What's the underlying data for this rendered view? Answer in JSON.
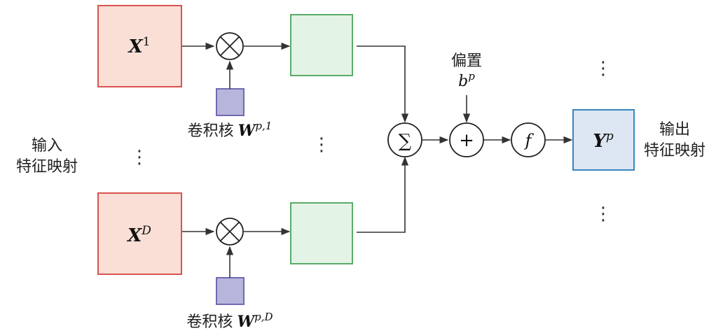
{
  "inputs": {
    "label_line1": "输入",
    "label_line2": "特征映射",
    "first": {
      "symbol": "X",
      "sup": "1"
    },
    "last": {
      "symbol": "X",
      "sup": "D"
    }
  },
  "kernels": {
    "prefix": "卷积核",
    "first": {
      "symbol": "W",
      "sup": "p,1"
    },
    "last": {
      "symbol": "W",
      "sup": "p,D"
    }
  },
  "operators": {
    "multiply": "⊗",
    "sum": "∑",
    "plus": "+",
    "activation": "f"
  },
  "bias": {
    "label": "偏置",
    "symbol": "b",
    "sup": "p"
  },
  "output": {
    "symbol": "Y",
    "sup": "p",
    "label_line1": "输出",
    "label_line2": "特征映射"
  },
  "ellipsis": "⋮",
  "colors": {
    "input_fill": "#f9dfd6",
    "input_stroke": "#d9534f",
    "kernel_fill": "#b8b5dc",
    "kernel_stroke": "#6f6ab0",
    "conv_fill": "#e3f3e6",
    "conv_stroke": "#5aaa6a",
    "output_fill": "#dde7f3",
    "output_stroke": "#3a86c0",
    "line": "#333333"
  }
}
